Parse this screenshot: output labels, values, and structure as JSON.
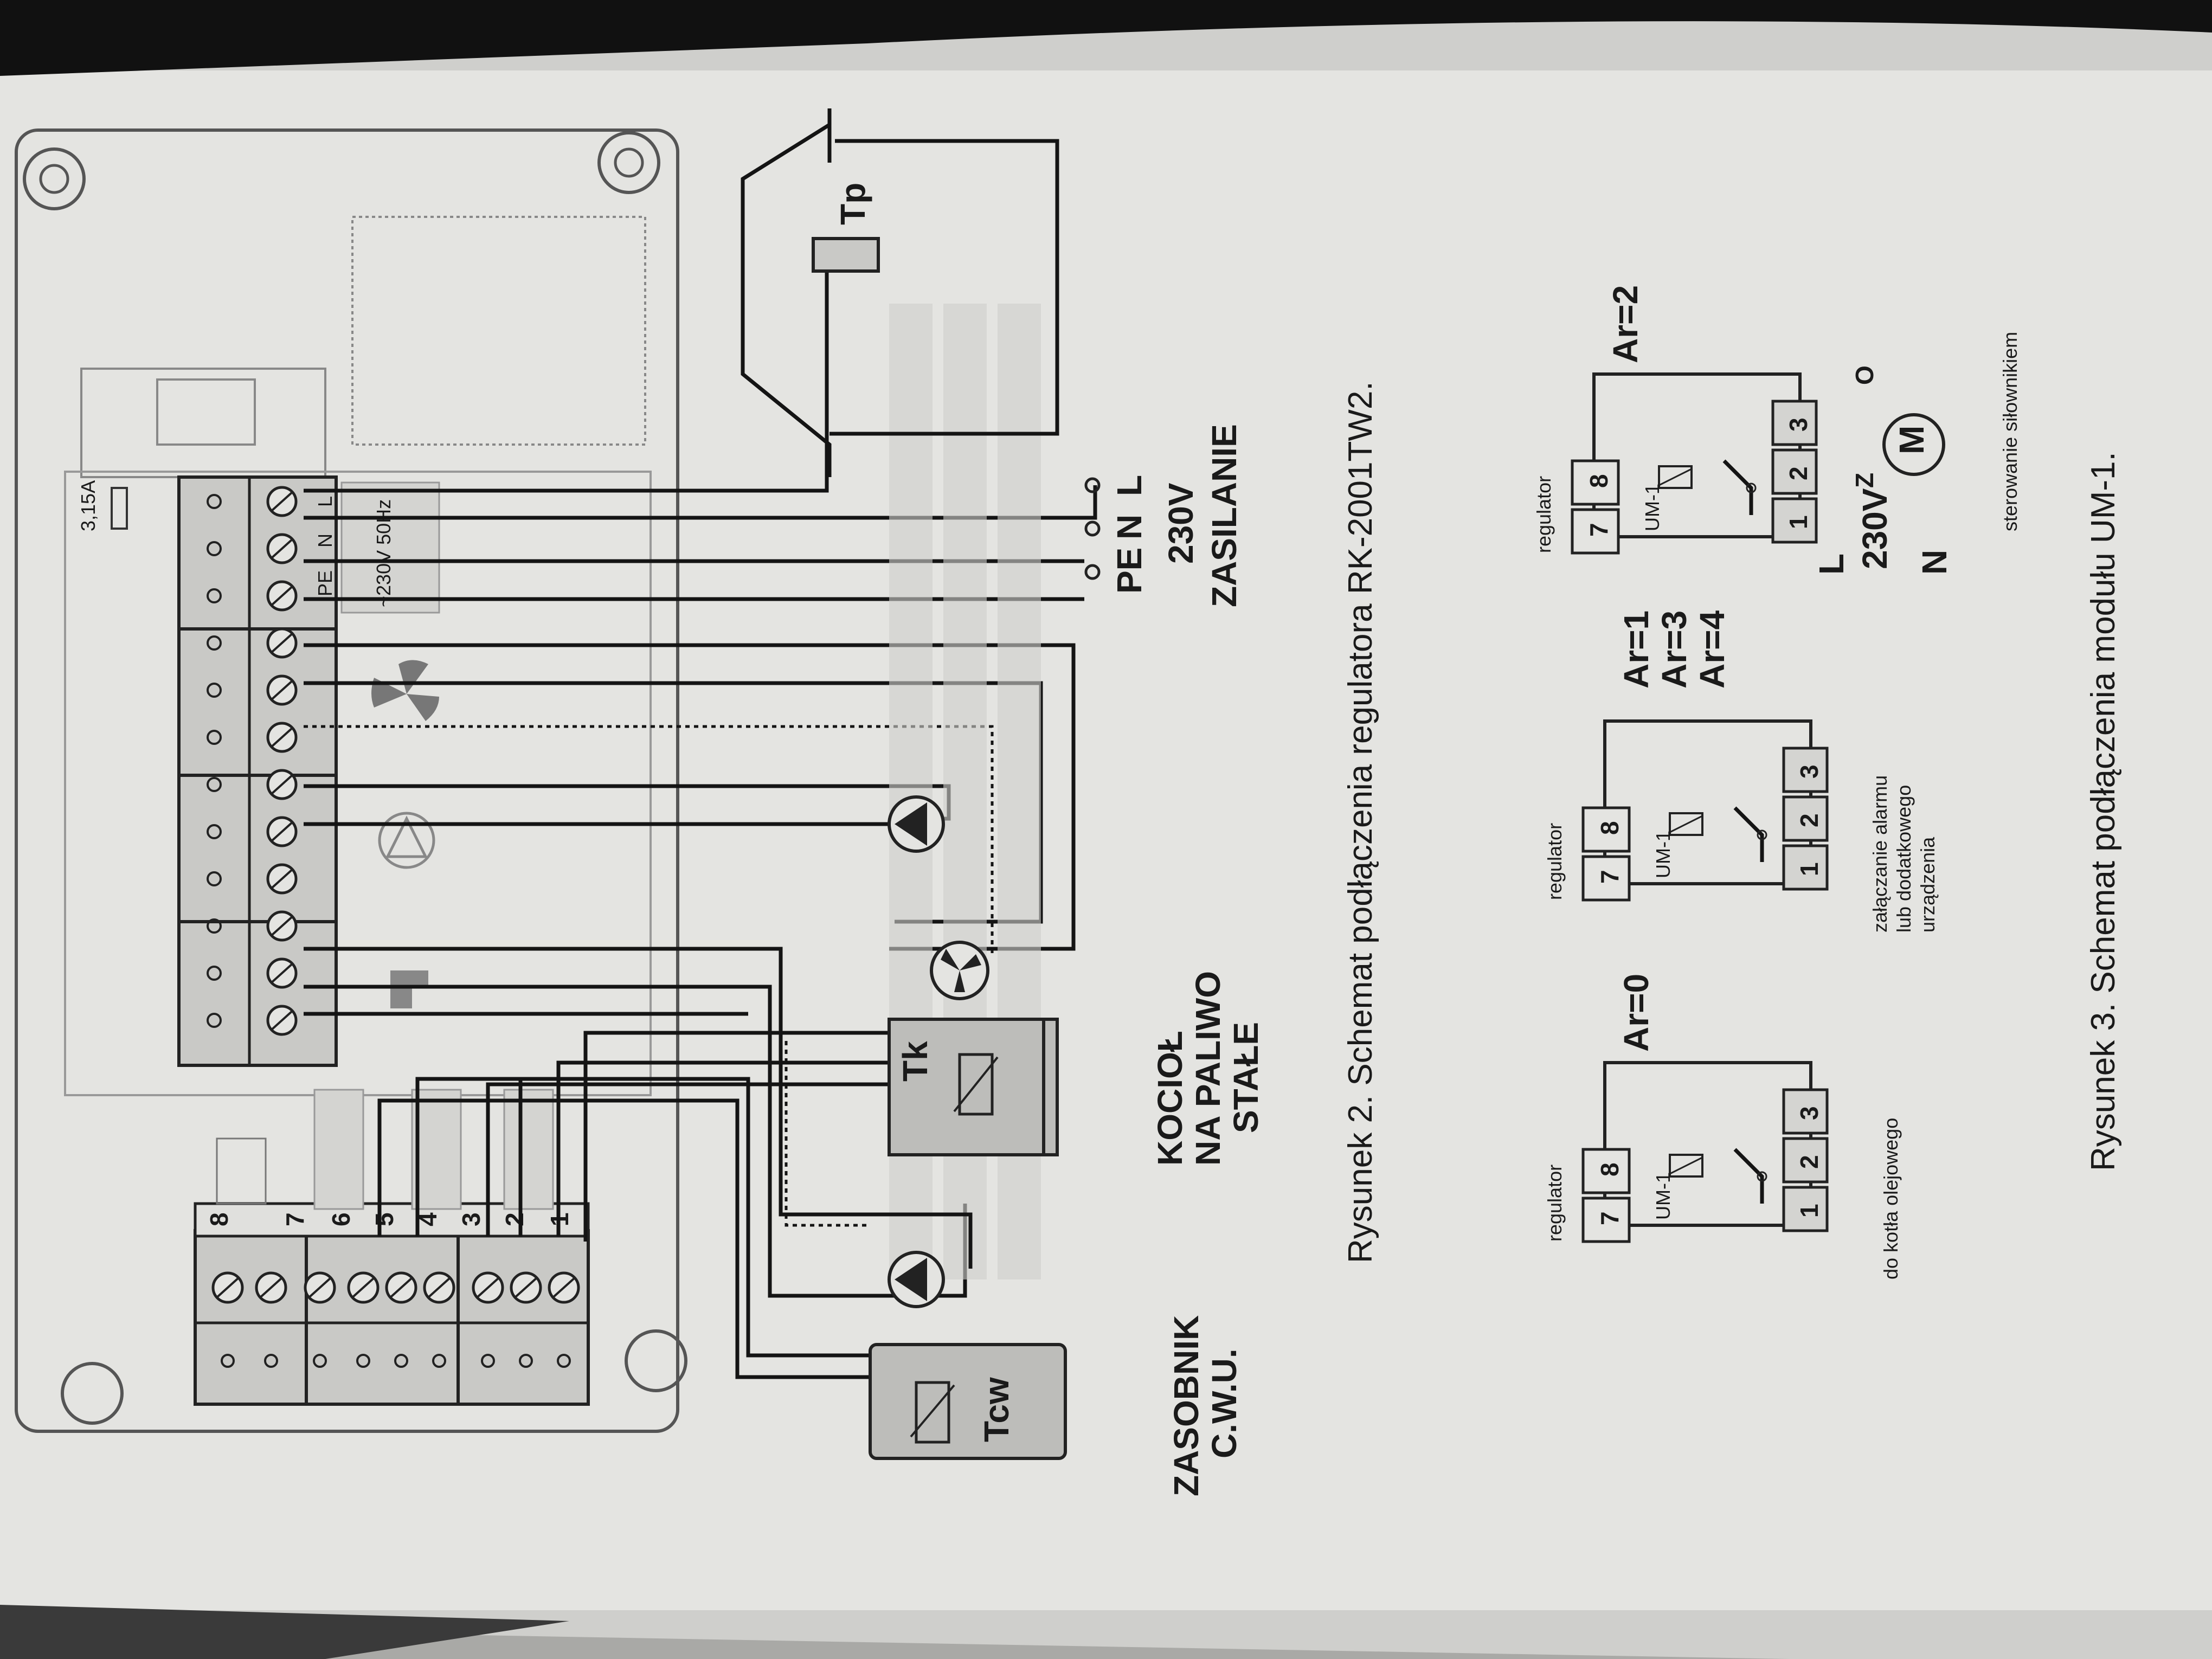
{
  "fuse_label": "3,15A",
  "bottom_terminals": [
    "1",
    "2",
    "3",
    "4",
    "5",
    "6",
    "7",
    "8"
  ],
  "top_terminal_labels": [
    "L",
    "N",
    "PE"
  ],
  "supply_rating": "~230V 50Hz",
  "sensors": {
    "tcw": "Tcw",
    "tk": "Tk",
    "tp": "Tp"
  },
  "boiler_label": [
    "KOCIOŁ",
    "NA PALIWO",
    "STAŁE"
  ],
  "tank_label": [
    "ZASOBNIK",
    "C.W.U."
  ],
  "power": {
    "pins": [
      "PE",
      "N",
      "L"
    ],
    "voltage": "230V",
    "label": "ZASILANIE"
  },
  "figure2_caption": "Rysunek 2. Schemat podłączenia regulatora RK-2001TW2.",
  "figure3_caption": "Rysunek 3. Schemat podłączenia modułu UM-1.",
  "modules": [
    {
      "regulator": "regulator",
      "pins_top": [
        "7",
        "8"
      ],
      "name": "UM-1",
      "pins_bottom": [
        "1",
        "2",
        "3"
      ],
      "mode": "Ar=0",
      "desc": "do kotła olejowego"
    },
    {
      "regulator": "regulator",
      "pins_top": [
        "7",
        "8"
      ],
      "name": "UM-1",
      "pins_bottom": [
        "1",
        "2",
        "3"
      ],
      "mode": [
        "Ar=1",
        "Ar=3",
        "Ar=4"
      ],
      "desc": [
        "załączanie alarmu",
        "lub dodatkowego",
        "urządzenia"
      ]
    },
    {
      "regulator": "regulator",
      "pins_top": [
        "7",
        "8"
      ],
      "name": "UM-1",
      "pins_bottom": [
        "1",
        "2",
        "3"
      ],
      "mode": "Ar=2",
      "line": "L",
      "neutral": "N",
      "voltage": "230V",
      "motor": "M",
      "z_label": "Z",
      "o_label": "O",
      "desc": "sterowanie siłownikiem"
    }
  ]
}
